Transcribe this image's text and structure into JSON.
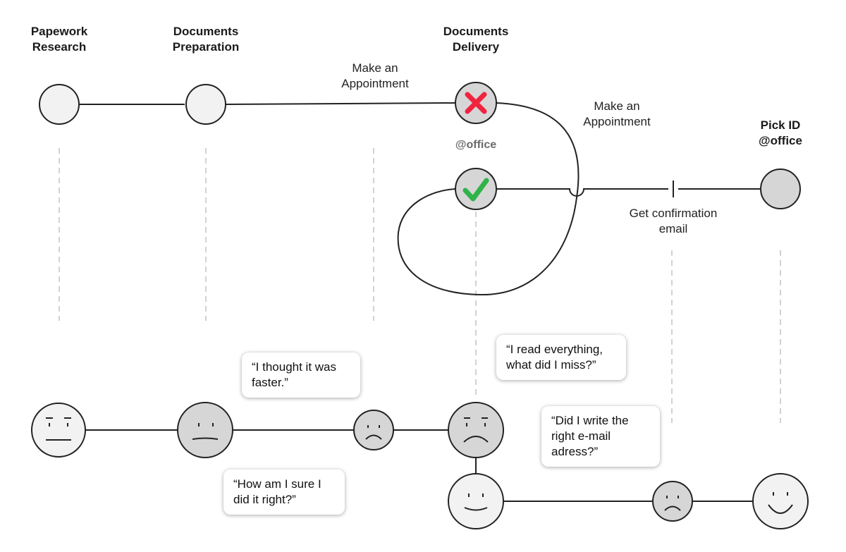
{
  "stages": [
    {
      "id": "papework",
      "title": "Papework\nResearch"
    },
    {
      "id": "prep",
      "title": "Documents\nPreparation"
    },
    {
      "id": "delivery",
      "title": "Documents\nDelivery"
    },
    {
      "id": "pickid",
      "title": "Pick ID\n@office"
    }
  ],
  "connections": {
    "appointment_1": "Make an\nAppointment",
    "appointment_2": "Make an\nAppointment",
    "confirmation": "Get confirmation\nemail"
  },
  "location_label": "@office",
  "status_icons": {
    "fail": "x-mark-icon",
    "success": "check-mark-icon"
  },
  "colors": {
    "fail": "#f0243f",
    "success": "#2fb34a",
    "node_fill": "#d6d6d6",
    "node_light": "#f2f2f2"
  },
  "quotes": {
    "faster": "“I thought it was\nfaster.”",
    "sure": "“How am I sure I\ndid it right?”",
    "read": "“I read everything,\nwhat did I miss?”",
    "email": "“Did I write the\nright e-mail\nadress?”"
  }
}
